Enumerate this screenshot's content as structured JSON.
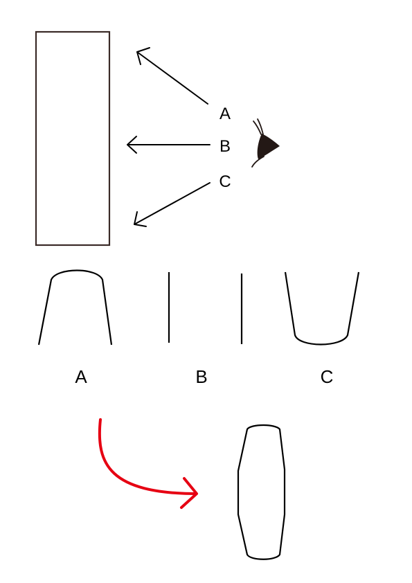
{
  "diagram": {
    "viewpoints": [
      {
        "id": "view-a",
        "label": "A"
      },
      {
        "id": "view-b",
        "label": "B"
      },
      {
        "id": "view-c",
        "label": "C"
      }
    ],
    "shapes": [
      {
        "id": "shape-a",
        "label": "A"
      },
      {
        "id": "shape-b",
        "label": "B"
      },
      {
        "id": "shape-c",
        "label": "C"
      }
    ],
    "icons": {
      "eye": "eye-icon",
      "arrow": "curved-arrow-icon"
    },
    "colors": {
      "stroke": "#000000",
      "frame": "#3a2a27",
      "eye_fill": "#231815",
      "accent_arrow": "#e60012"
    }
  }
}
